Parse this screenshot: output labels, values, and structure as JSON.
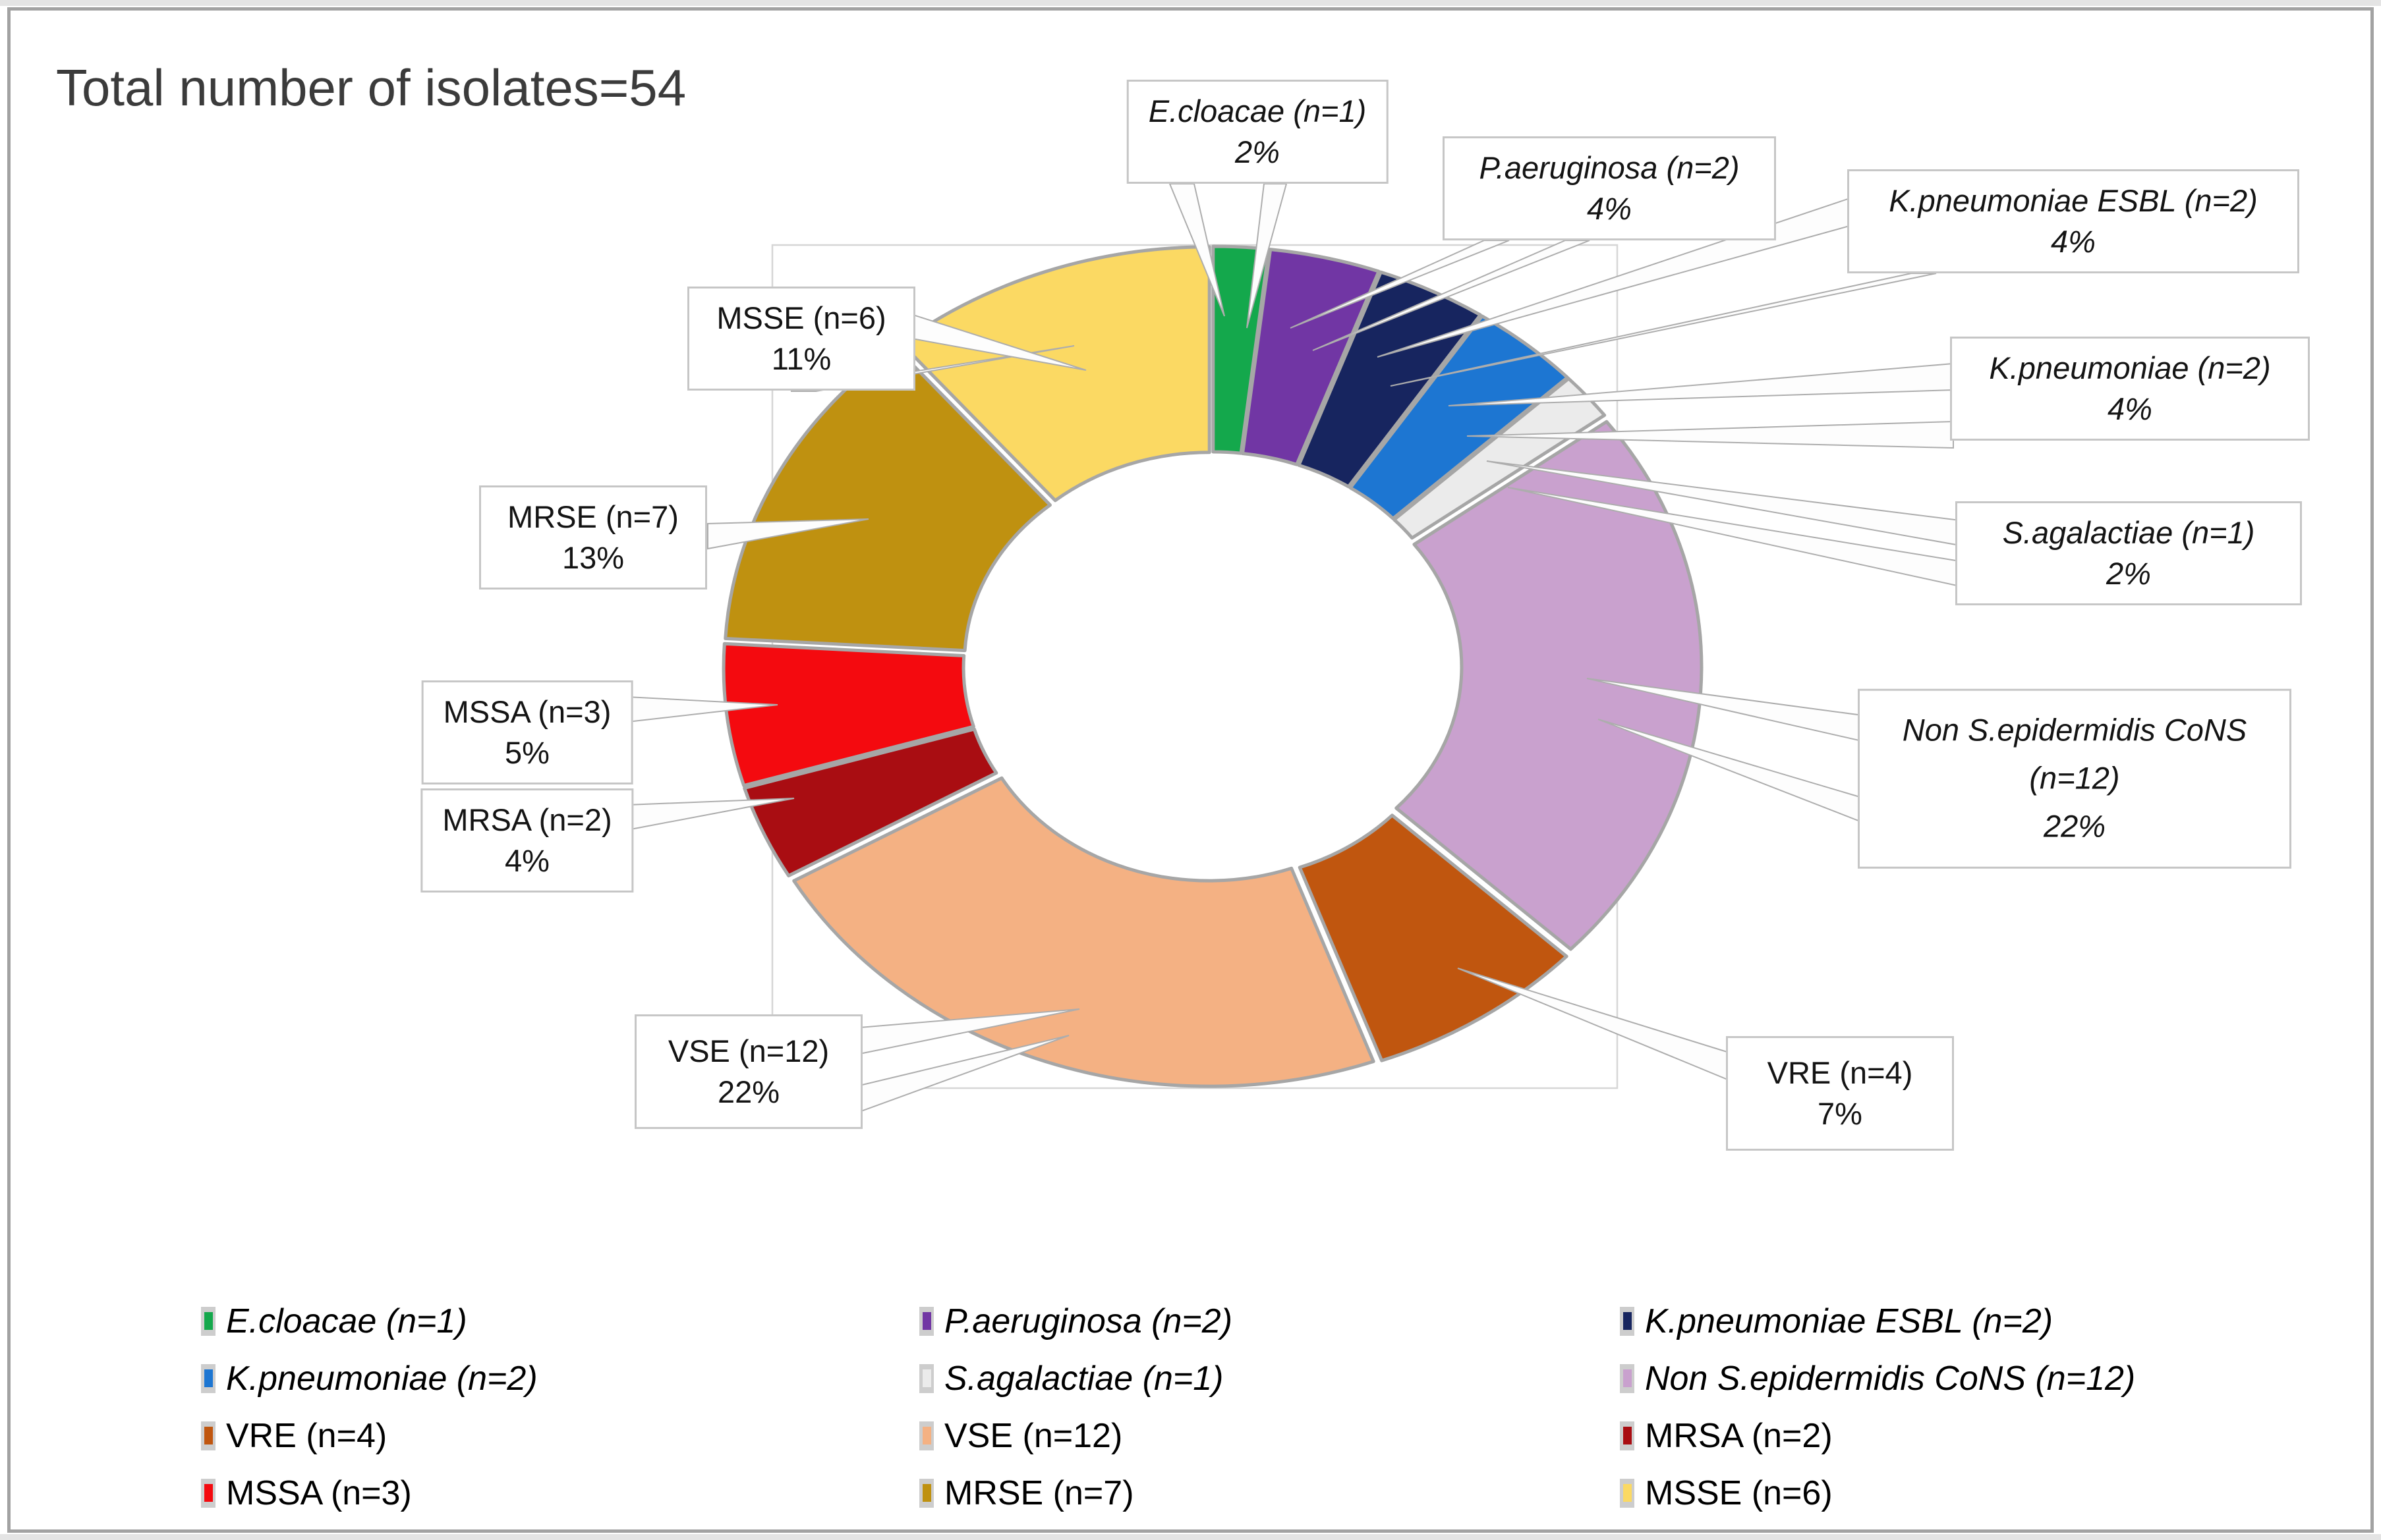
{
  "title": "Total number of isolates=54",
  "chart_data": {
    "type": "pie",
    "subtype": "exploded-doughnut",
    "title": "Total number of isolates=54",
    "total_isolates": 54,
    "categories": [
      "E.cloacae",
      "P.aeruginosa",
      "K.pneumoniae ESBL",
      "K.pneumoniae",
      "S.agalactiae",
      "Non S.epidermidis CoNS",
      "VRE",
      "VSE",
      "MRSA",
      "MSSA",
      "MRSE",
      "MSSE"
    ],
    "values": [
      1,
      2,
      2,
      2,
      1,
      12,
      4,
      12,
      2,
      3,
      7,
      6
    ],
    "percent_labels": [
      "2%",
      "4%",
      "4%",
      "4%",
      "2%",
      "22%",
      "7%",
      "22%",
      "4%",
      "5%",
      "13%",
      "11%"
    ],
    "colors": [
      "#14A84C",
      "#7136A4",
      "#17255F",
      "#1D76D2",
      "#EBEBEB",
      "#C9A1CE",
      "#C0560F",
      "#F4B183",
      "#A90D12",
      "#F40A0F",
      "#BF9110",
      "#FBD963"
    ],
    "start_angle_deg": 0,
    "direction": "clockwise",
    "hole_ratio": 0.5,
    "grid": "off",
    "legend_position": "bottom"
  },
  "callouts": [
    {
      "lines": [
        "E.cloacae (n=1)",
        "2%"
      ]
    },
    {
      "lines": [
        "P.aeruginosa (n=2)",
        "4%"
      ]
    },
    {
      "lines": [
        "K.pneumoniae ESBL (n=2)",
        "4%"
      ]
    },
    {
      "lines": [
        "K.pneumoniae (n=2)",
        "4%"
      ]
    },
    {
      "lines": [
        "S.agalactiae (n=1)",
        "2%"
      ]
    },
    {
      "lines": [
        "Non S.epidermidis CoNS",
        "(n=12)",
        "22%"
      ]
    },
    {
      "lines": [
        "VRE (n=4)",
        "7%"
      ]
    },
    {
      "lines": [
        "VSE (n=12)",
        "22%"
      ]
    },
    {
      "lines": [
        "MSSA (n=3)",
        "5%"
      ]
    },
    {
      "lines": [
        "MRSA (n=2)",
        "4%"
      ]
    },
    {
      "lines": [
        "MRSE (n=7)",
        "13%"
      ]
    },
    {
      "lines": [
        "MSSE (n=6)",
        "11%"
      ]
    }
  ],
  "legend": {
    "items": [
      {
        "label": "E.cloacae (n=1)"
      },
      {
        "label": "P.aeruginosa (n=2)"
      },
      {
        "label": "K.pneumoniae ESBL (n=2)"
      },
      {
        "label": "K.pneumoniae (n=2)"
      },
      {
        "label": "S.agalactiae (n=1)"
      },
      {
        "label": "Non S.epidermidis CoNS (n=12)"
      },
      {
        "label": "VRE (n=4)"
      },
      {
        "label": "VSE (n=12)"
      },
      {
        "label": "MRSA (n=2)"
      },
      {
        "label": "MSSA (n=3)"
      },
      {
        "label": "MRSE (n=7)"
      },
      {
        "label": "MSSE (n=6)"
      }
    ]
  }
}
